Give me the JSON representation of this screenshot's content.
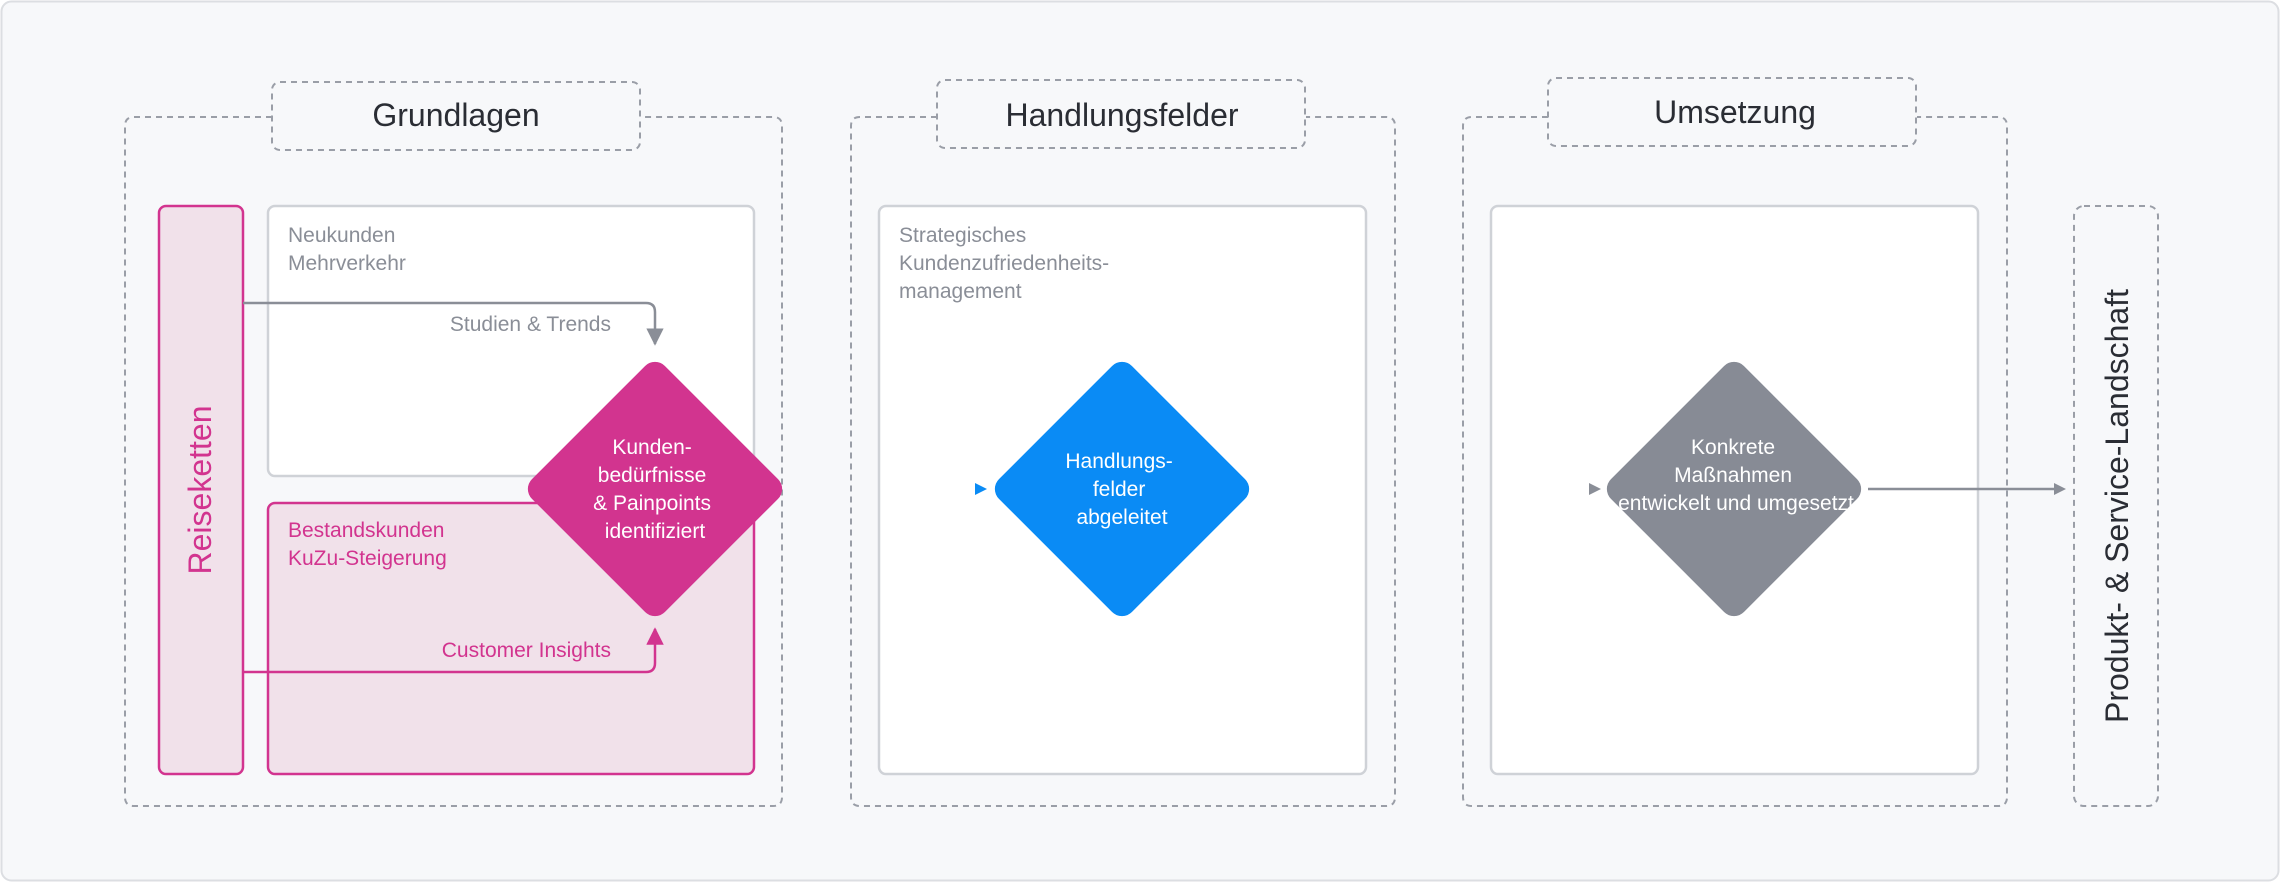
{
  "colors": {
    "magenta": "#d2348f",
    "magenta_fill": "#f1e1ea",
    "blue": "#0a8bf5",
    "gray_diamond": "#878b95",
    "gray_text": "#8a8e97",
    "dashed_border": "#9a9ea7",
    "box_border": "#cfd2d7",
    "background": "#f7f8fa",
    "title_text": "#2a2d34"
  },
  "sections": [
    {
      "title": "Grundlagen"
    },
    {
      "title": "Handlungsfelder"
    },
    {
      "title": "Umsetzung"
    }
  ],
  "reiseketten": {
    "label": "Reiseketten"
  },
  "neukunden": {
    "line1": "Neukunden",
    "line2": "Mehrverkehr"
  },
  "bestandskunden": {
    "line1": "Bestandskunden",
    "line2": "KuZu-Steigerung"
  },
  "arrows": {
    "studien": "Studien & Trends",
    "insights": "Customer Insights"
  },
  "diamond_kunden": {
    "lines": [
      "Kunden-",
      "bedürfnisse",
      "& Painpoints",
      "identifiziert"
    ]
  },
  "strategisches": {
    "line1": "Strategisches",
    "line2": "Kundenzufriedenheits-",
    "line3": "management"
  },
  "diamond_handlungs": {
    "lines": [
      "Handlungs-",
      "felder",
      "abgeleitet"
    ]
  },
  "diamond_konkrete": {
    "lines": [
      "Konkrete",
      "Maßnahmen",
      "entwickelt und umgesetzt"
    ]
  },
  "landschaft": {
    "label": "Produkt- & Service-Landschaft"
  }
}
